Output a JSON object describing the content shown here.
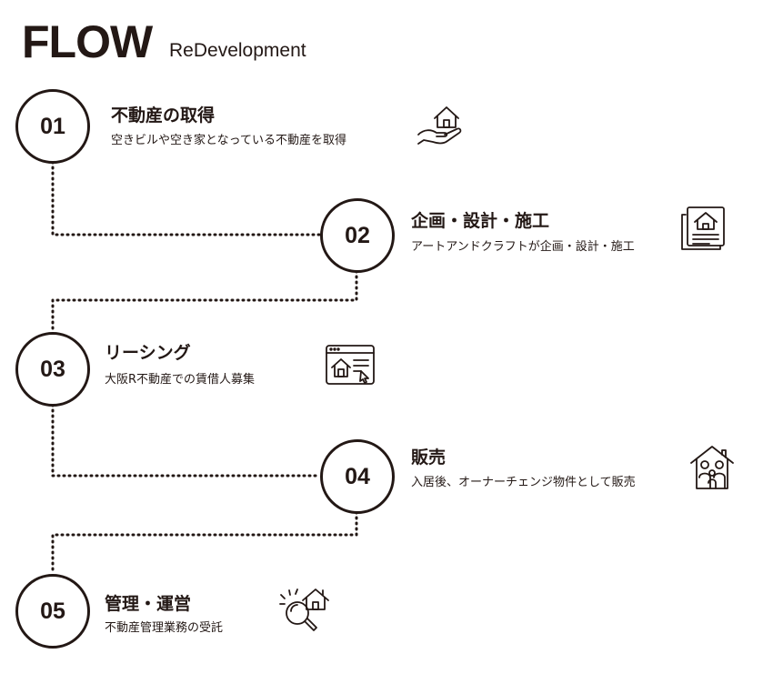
{
  "header": {
    "title": "FLOW",
    "subtitle": "ReDevelopment"
  },
  "steps": [
    {
      "number": "01",
      "title": "不動産の取得",
      "description": "空きビルや空き家となっている不動産を取得",
      "icon": "house-in-hand-icon"
    },
    {
      "number": "02",
      "title": "企画・設計・施工",
      "description": "アートアンドクラフトが企画・設計・施工",
      "icon": "house-blueprint-document-icon"
    },
    {
      "number": "03",
      "title": "リーシング",
      "description": "大阪R不動産での賃借人募集",
      "icon": "house-listing-browser-icon"
    },
    {
      "number": "04",
      "title": "販売",
      "description": "入居後、オーナーチェンジ物件として販売",
      "icon": "house-with-family-icon"
    },
    {
      "number": "05",
      "title": "管理・運営",
      "description": "不動産管理業務の受託",
      "icon": "house-magnifier-icon"
    }
  ],
  "colors": {
    "ink": "#231815",
    "background": "#ffffff"
  }
}
